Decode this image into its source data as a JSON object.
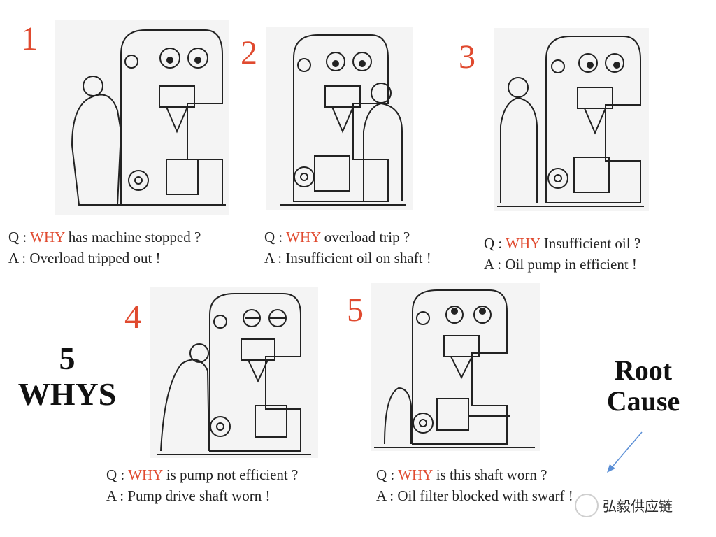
{
  "panels": [
    {
      "number": "1",
      "why": "WHY",
      "q_prefix": "Q : ",
      "q_rest": " has machine stopped ?",
      "answer": "A : Overload tripped out !"
    },
    {
      "number": "2",
      "why": "WHY",
      "q_prefix": "Q : ",
      "q_rest": " overload trip ?",
      "answer": "A : Insufficient oil on shaft !"
    },
    {
      "number": "3",
      "why": "WHY",
      "q_prefix": "Q : ",
      "q_rest": " Insufficient oil ?",
      "answer": "A : Oil pump in efficient !"
    },
    {
      "number": "4",
      "why": "WHY",
      "q_prefix": "Q : ",
      "q_rest": " is pump not efficient ?",
      "answer": "A : Pump drive shaft worn !"
    },
    {
      "number": "5",
      "why": "WHY",
      "q_prefix": "Q : ",
      "q_rest": " is this shaft worn ?",
      "answer": "A : Oil filter blocked with swarf !"
    }
  ],
  "title": {
    "line1": "5",
    "line2": "WHYS"
  },
  "root_cause": {
    "line1": "Root",
    "line2": "Cause"
  },
  "watermark": "弘毅供应链",
  "colors": {
    "accent": "#e04a2f",
    "text": "#222222",
    "arrow": "#5b8fd6"
  }
}
